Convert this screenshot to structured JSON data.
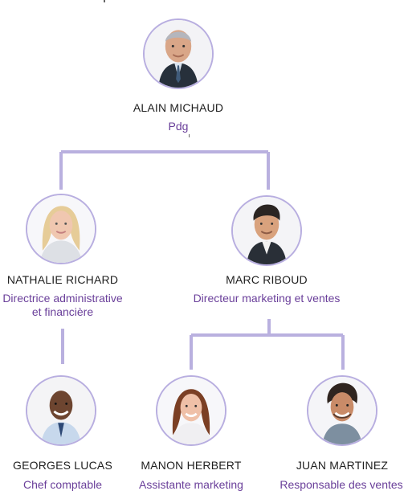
{
  "colors": {
    "connector": "#b9b0df",
    "avatar_border": "#b8aee0",
    "name_text": "#1f1f1f",
    "role_text": "#6a3f9a",
    "background": "#ffffff"
  },
  "chart": {
    "nodes": [
      {
        "id": "alain",
        "name": "ALAIN MICHAUD",
        "role": "Pdg",
        "icon": "person-photo-icon"
      },
      {
        "id": "nathalie",
        "name": "NATHALIE RICHARD",
        "role": "Directrice administrative\net financière",
        "icon": "person-photo-icon"
      },
      {
        "id": "marc",
        "name": "MARC RIBOUD",
        "role": "Directeur marketing et ventes",
        "icon": "person-photo-icon"
      },
      {
        "id": "georges",
        "name": "GEORGES LUCAS",
        "role": "Chef comptable",
        "icon": "person-photo-icon"
      },
      {
        "id": "manon",
        "name": "MANON HERBERT",
        "role": "Assistante marketing",
        "icon": "person-photo-icon"
      },
      {
        "id": "juan",
        "name": "JUAN MARTINEZ",
        "role": "Responsable des ventes",
        "icon": "person-photo-icon"
      }
    ]
  }
}
